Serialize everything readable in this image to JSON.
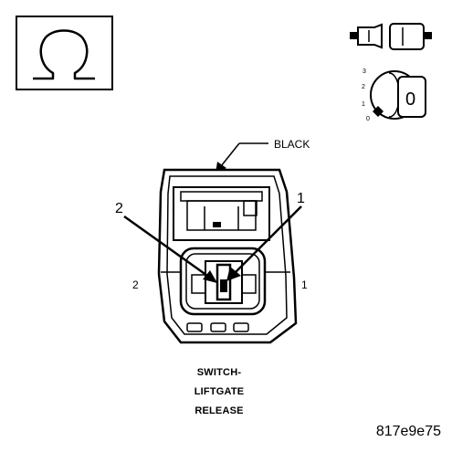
{
  "key_scale": {
    "labels": [
      "3",
      "2",
      "1",
      "0"
    ],
    "key_value": "0"
  },
  "callouts": {
    "color": "BLACK",
    "pin_left": "2",
    "pin_right": "1"
  },
  "pin_labels": {
    "left": "2",
    "right": "1"
  },
  "caption": {
    "line1": "SWITCH-",
    "line2": "LIFTGATE",
    "line3": "RELEASE"
  },
  "figure_id": "817e9e75",
  "icons": [
    "ohm-symbol-icon",
    "connector-disconnect-icon",
    "ignition-key-icon"
  ]
}
